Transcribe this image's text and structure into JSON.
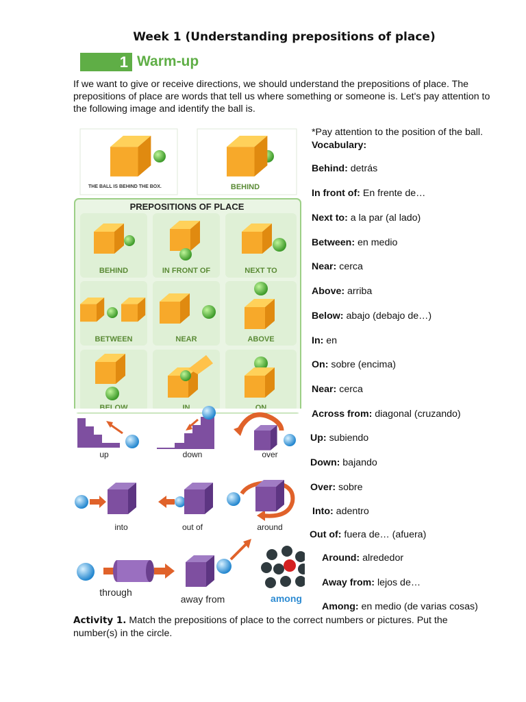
{
  "title": "Week 1 (Understanding prepositions of place)",
  "section": {
    "number": "1",
    "name": "Warm-up"
  },
  "intro": "If we want to give or receive directions, we should understand the prepositions of place. The prepositions of place are words that tell us where something or someone is. Let's pay attention to the following image and identify the ball is.",
  "note": "*Pay attention to the position of the ball.",
  "vocab_heading": "Vocabulary:",
  "vocab": [
    {
      "term": "Behind:",
      "meaning": " detrás"
    },
    {
      "term": "In front of:",
      "meaning": " En frente de…"
    },
    {
      "term": "Next to:",
      "meaning": " a la par (al lado)"
    },
    {
      "term": "Between:",
      "meaning": " en medio"
    },
    {
      "term": "Near:",
      "meaning": " cerca"
    },
    {
      "term": "Above:",
      "meaning": " arriba"
    },
    {
      "term": "Below:",
      "meaning": " abajo (debajo de…)"
    },
    {
      "term": "In:",
      "meaning": " en"
    },
    {
      "term": "On:",
      "meaning": " sobre (encima)"
    },
    {
      "term": "Near:",
      "meaning": " cerca"
    },
    {
      "term": "Across from:",
      "meaning": " diagonal (cruzando)"
    },
    {
      "term": "Up:",
      "meaning": " subiendo"
    },
    {
      "term": "Down:",
      "meaning": " bajando"
    },
    {
      "term": "Over:",
      "meaning": " sobre"
    },
    {
      "term": "Into:",
      "meaning": " adentro"
    },
    {
      "term": "Out of:",
      "meaning": " fuera de… (afuera)"
    },
    {
      "term": "Around:",
      "meaning": " alrededor"
    },
    {
      "term": "Away from:",
      "meaning": " lejos de…"
    },
    {
      "term": "Among:",
      "meaning": " en medio (de varias cosas)"
    }
  ],
  "activity": {
    "label": "Activity 1.",
    "text": " Match the prepositions of place to the correct numbers or pictures. Put the number(s) in the circle."
  },
  "figure": {
    "caption_top": "THE BALL IS BEHIND THE BOX.",
    "top_right_label": "BEHIND",
    "panel_title": "PREPOSITIONS OF PLACE",
    "grid_labels": [
      "BEHIND",
      "IN FRONT OF",
      "NEXT TO",
      "BETWEEN",
      "NEAR",
      "ABOVE",
      "BELOW",
      "IN",
      "ON"
    ],
    "motion_labels": [
      "up",
      "down",
      "over",
      "into",
      "out of",
      "around",
      "through",
      "away from",
      "among"
    ]
  },
  "colors": {
    "section_green": "#5fae46",
    "box_orange": "#f5a623",
    "ball_green": "#52b33a",
    "purple": "#7e4fa0",
    "arrow_orange": "#e0622a",
    "ball_blue": "#3aa0e0"
  }
}
